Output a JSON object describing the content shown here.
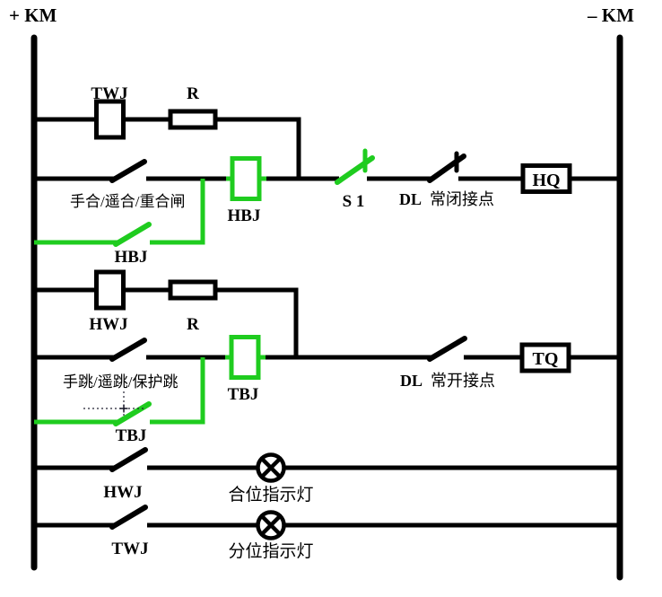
{
  "colors": {
    "wire_black": "#000000",
    "active_green": "#1fcc1f",
    "background": "#ffffff"
  },
  "buses": {
    "positive_label": "+ KM",
    "negative_label": "– KM"
  },
  "close_circuit": {
    "twj_coil_label": "TWJ",
    "resistor_label": "R",
    "close_switch_label": "手合/遥合/重合闸",
    "hbj_coil_label": "HBJ",
    "hbj_hold_contact_label": "HBJ",
    "s1_contact_label": "S 1",
    "dl_prefix": "DL",
    "dl_nc_suffix": "常闭接点",
    "close_coil_box_label": "HQ"
  },
  "trip_circuit": {
    "hwj_coil_label": "HWJ",
    "resistor_label": "R",
    "trip_switch_label": "手跳/遥跳/保护跳",
    "tbj_coil_label": "TBJ",
    "tbj_hold_contact_label": "TBJ",
    "dl_prefix": "DL",
    "dl_no_suffix": "常开接点",
    "trip_coil_box_label": "TQ"
  },
  "indicators": {
    "hwj_contact_label": "HWJ",
    "close_lamp_label": "合位指示灯",
    "twj_contact_label": "TWJ",
    "open_lamp_label": "分位指示灯"
  }
}
